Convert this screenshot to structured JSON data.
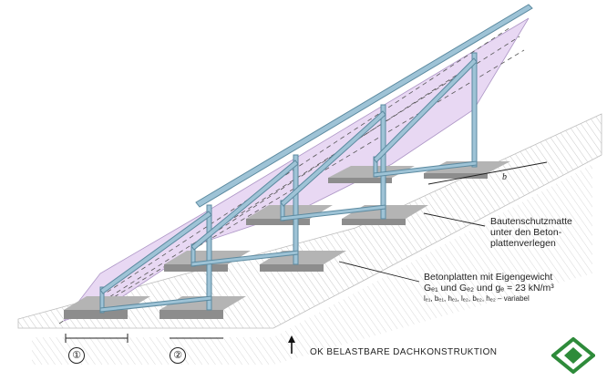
{
  "labels": {
    "mat": [
      "Bautenschutzmatte",
      "unter den Beton-",
      "plattenverlegen"
    ],
    "plate_line1": "Betonplatten mit Eigengewicht",
    "plate_line2": "Gₑ₁ und Gₑ₂ und gₑ = 23 kN/m³",
    "plate_line3": "lₑ₁, bₑ₁, hₑ₁, lₑ₂, bₑ₂, hₑ₂ – variabel",
    "dimension_b": "b",
    "footer": "OK BELASTBARE DACHKONSTRUKTION",
    "circle_1": "①",
    "circle_2": "②"
  },
  "colors": {
    "frame": "#9ec3d6",
    "frame_edge": "#5c8aa0",
    "panel": "#e6d4f2",
    "plate": "#8d8d8d",
    "plate_top": "#b4b4b4",
    "roof_hatch": "#c9c9c9",
    "logo": "#2e8b3a"
  }
}
